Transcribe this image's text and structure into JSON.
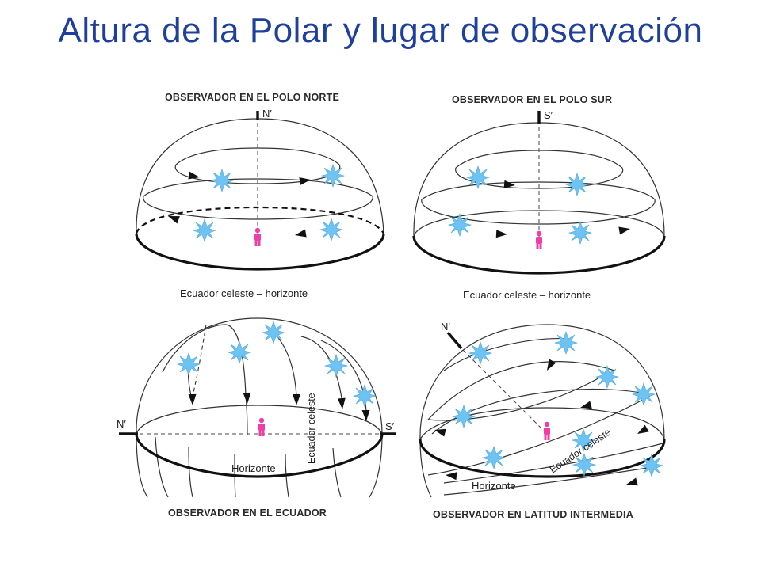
{
  "title": "Altura de la Polar y lugar de observación",
  "panels": {
    "polo_norte": {
      "caption": "OBSERVADOR EN EL POLO NORTE",
      "pole_label": "N′",
      "circle_label": "Ecuador celeste – horizonte"
    },
    "polo_sur": {
      "caption": "OBSERVADOR EN EL POLO SUR",
      "pole_label": "S′",
      "circle_label": "Ecuador celeste – horizonte"
    },
    "ecuador": {
      "caption": "OBSERVADOR EN EL ECUADOR",
      "left_pole_label": "N′",
      "right_pole_label": "S′",
      "horizon_label": "Horizonte",
      "equator_label": "Ecuador celeste"
    },
    "latitud_intermedia": {
      "caption": "OBSERVADOR EN LATITUD INTERMEDIA",
      "pole_label": "N′",
      "horizon_label": "Horizonte",
      "equator_label": "Ecuador celeste"
    }
  },
  "colors": {
    "title": "#1f3f9c",
    "star": "#6fc3f2",
    "observer": "#ef3ea8",
    "lines": "#111111"
  },
  "icons": {
    "star": "star-icon",
    "observer": "person-icon",
    "arrow": "arrowhead-icon"
  }
}
